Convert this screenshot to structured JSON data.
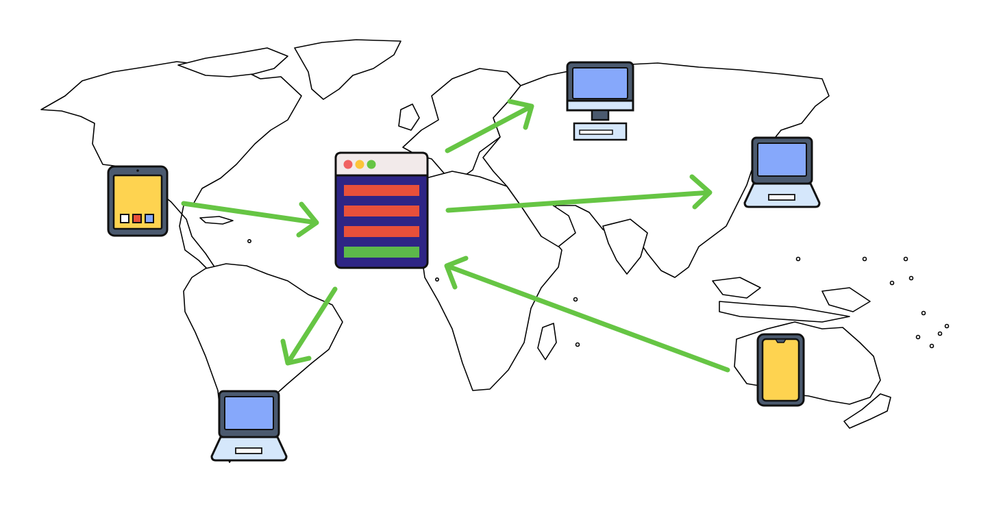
{
  "diagram": {
    "nodes": [
      {
        "id": "server",
        "kind": "web-server-window",
        "icon": "browser-window-icon"
      },
      {
        "id": "tablet-americas",
        "kind": "tablet",
        "icon": "tablet-icon"
      },
      {
        "id": "desktop-russia",
        "kind": "desktop",
        "icon": "desktop-computer-icon"
      },
      {
        "id": "laptop-east-asia",
        "kind": "laptop",
        "icon": "laptop-icon"
      },
      {
        "id": "laptop-south-america",
        "kind": "laptop",
        "icon": "laptop-icon"
      },
      {
        "id": "phone-australia",
        "kind": "smartphone",
        "icon": "smartphone-icon"
      }
    ],
    "edges": [
      {
        "from": "tablet-americas",
        "to": "server"
      },
      {
        "from": "server",
        "to": "desktop-russia"
      },
      {
        "from": "server",
        "to": "laptop-east-asia"
      },
      {
        "from": "server",
        "to": "laptop-south-america"
      },
      {
        "from": "phone-australia",
        "to": "server"
      }
    ]
  },
  "colors": {
    "arrow": "#66c544",
    "screen": "#86a8fb",
    "device_frame": "#4b5a6f",
    "outline": "#111111",
    "yellow_screen": "#fed350",
    "server_body": "#2e2585",
    "server_bar": "#e8503a",
    "server_bar_ok": "#5cb84a",
    "titlebar": "#f2eaea",
    "dot_red": "#f06262",
    "dot_yellow": "#fcc43a",
    "dot_green": "#66c544",
    "keyboard": "#d5e7fb"
  }
}
